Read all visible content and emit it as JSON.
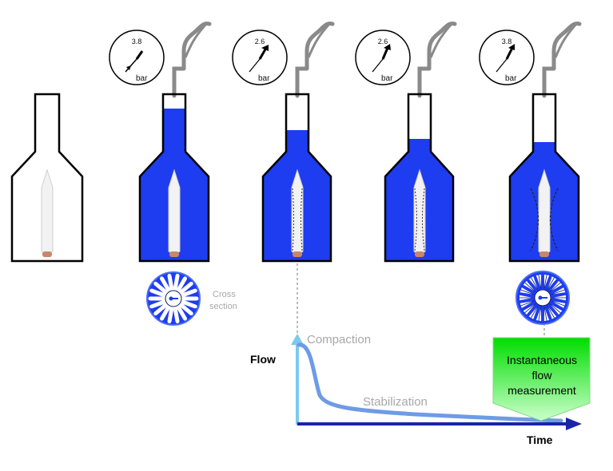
{
  "colors": {
    "liquid": "#1e3cf0",
    "outline": "#000000",
    "pipe": "#8a8a8a",
    "filter": "#f2f2f2",
    "flow_curve": "#6e9be6",
    "time_axis": "#1a24a8",
    "callout_top": "#00dd00",
    "callout_bottom": "#ccffcc"
  },
  "gauges": [
    {
      "value": "3.8",
      "unit": "bar"
    },
    {
      "value": "2.6",
      "unit": "bar"
    },
    {
      "value": "2.6",
      "unit": "bar"
    },
    {
      "value": "3.8",
      "unit": "bar"
    }
  ],
  "cross_section": {
    "line1": "Cross",
    "line2": "section"
  },
  "chart": {
    "y_label": "Flow",
    "x_label": "Time",
    "annotation_peak": "Compaction",
    "annotation_plateau": "Stabilization"
  },
  "callout": {
    "line1": "Instantaneous",
    "line2": "flow",
    "line3": "measurement"
  }
}
